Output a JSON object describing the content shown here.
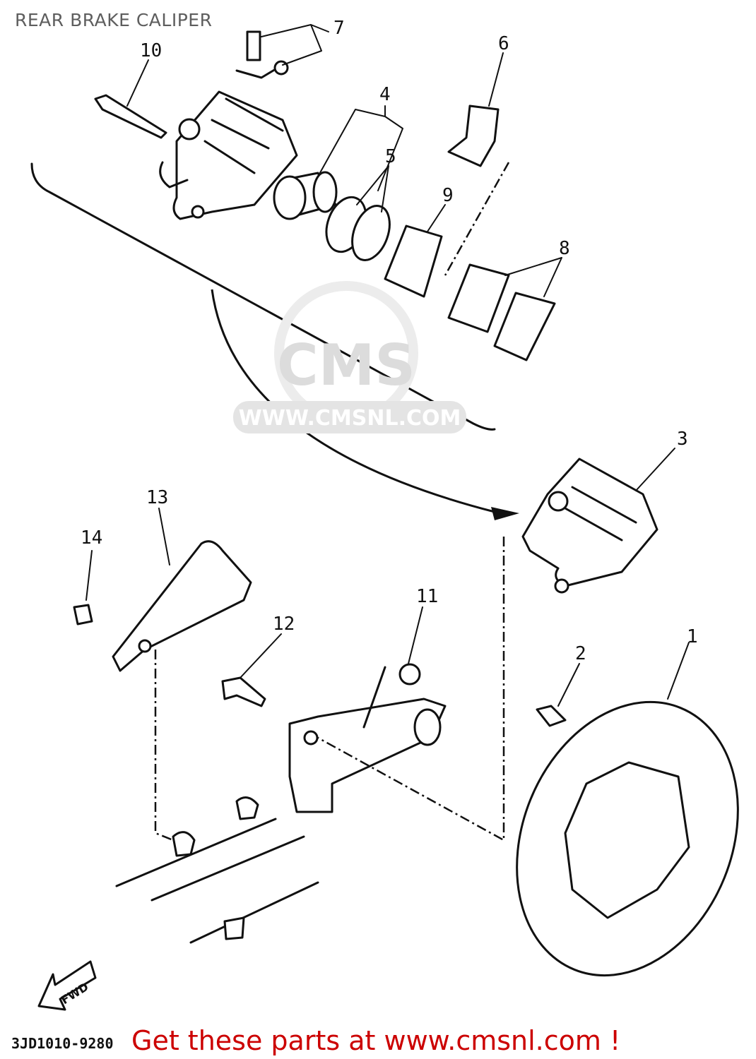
{
  "title": "REAR BRAKE CALIPER",
  "watermark": {
    "logo_text": "CMS",
    "url_text": "WWW.CMSNL.COM"
  },
  "fwd_label": "FWD",
  "diagram_code": "3JD1010-9280",
  "promo_text": "Get these parts at www.cmsnl.com !",
  "callouts": {
    "p1": "1",
    "p2": "2",
    "p3": "3",
    "p4": "4",
    "p5": "5",
    "p6": "6",
    "p7": "7",
    "p8": "8",
    "p9": "9",
    "p10": "10",
    "p11": "11",
    "p12": "12",
    "p13": "13",
    "p14": "14"
  }
}
